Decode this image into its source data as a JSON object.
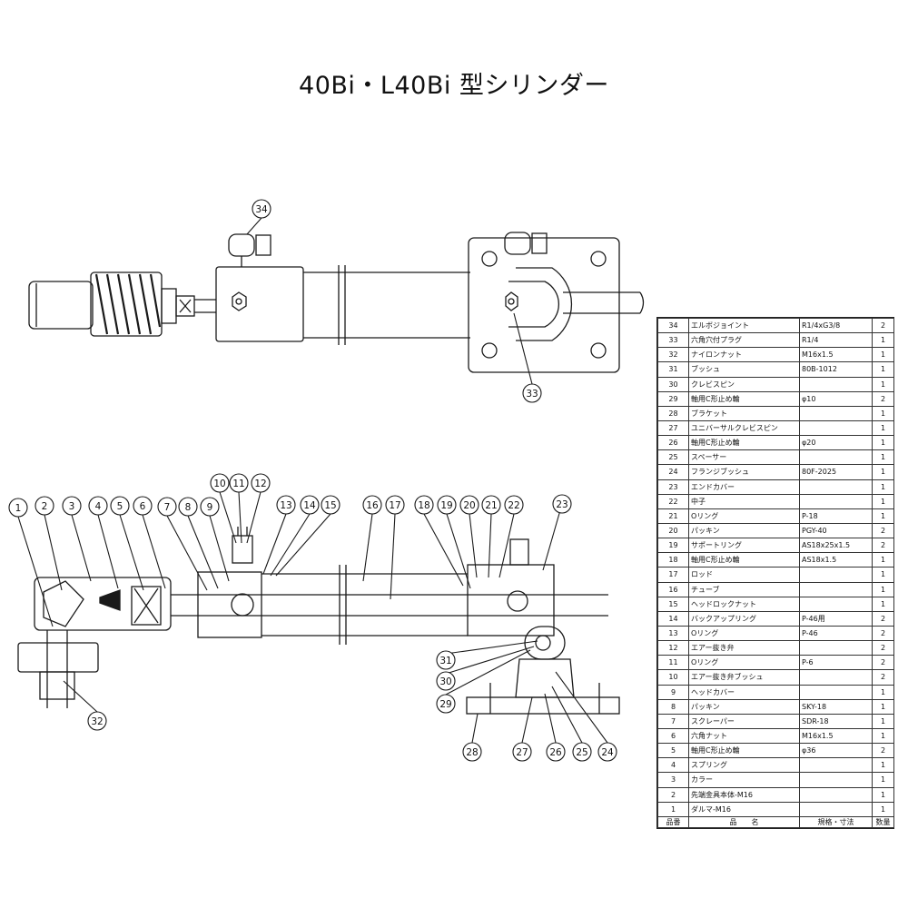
{
  "title": "40Bi・L40Bi 型シリンダー",
  "callouts": [
    "1",
    "2",
    "3",
    "4",
    "5",
    "6",
    "7",
    "8",
    "9",
    "10",
    "11",
    "12",
    "13",
    "14",
    "15",
    "16",
    "17",
    "18",
    "19",
    "20",
    "21",
    "22",
    "23",
    "24",
    "25",
    "26",
    "27",
    "28",
    "29",
    "30",
    "31",
    "32",
    "33",
    "34"
  ],
  "parts_table": {
    "headers": {
      "no": "品番",
      "name": "品　　名",
      "spec": "規格・寸法",
      "qty": "数量"
    },
    "rows": [
      {
        "no": "34",
        "name": "エルボジョイント",
        "spec": "R1/4xG3/8",
        "qty": "2"
      },
      {
        "no": "33",
        "name": "六角穴付プラグ",
        "spec": "R1/4",
        "qty": "1"
      },
      {
        "no": "32",
        "name": "ナイロンナット",
        "spec": "M16x1.5",
        "qty": "1"
      },
      {
        "no": "31",
        "name": "ブッシュ",
        "spec": "80B-1012",
        "qty": "1"
      },
      {
        "no": "30",
        "name": "クレビスピン",
        "spec": "",
        "qty": "1"
      },
      {
        "no": "29",
        "name": "軸用C形止め輪",
        "spec": "φ10",
        "qty": "2"
      },
      {
        "no": "28",
        "name": "ブラケット",
        "spec": "",
        "qty": "1"
      },
      {
        "no": "27",
        "name": "ユニバーサルクレビスピン",
        "spec": "",
        "qty": "1"
      },
      {
        "no": "26",
        "name": "軸用C形止め輪",
        "spec": "φ20",
        "qty": "1"
      },
      {
        "no": "25",
        "name": "スペーサー",
        "spec": "",
        "qty": "1"
      },
      {
        "no": "24",
        "name": "フランジブッシュ",
        "spec": "80F-2025",
        "qty": "1"
      },
      {
        "no": "23",
        "name": "エンドカバー",
        "spec": "",
        "qty": "1"
      },
      {
        "no": "22",
        "name": "中子",
        "spec": "",
        "qty": "1"
      },
      {
        "no": "21",
        "name": "Oリング",
        "spec": "P-18",
        "qty": "1"
      },
      {
        "no": "20",
        "name": "パッキン",
        "spec": "PGY-40",
        "qty": "2"
      },
      {
        "no": "19",
        "name": "サポートリング",
        "spec": "AS18x25x1.5",
        "qty": "2"
      },
      {
        "no": "18",
        "name": "軸用C形止め輪",
        "spec": "AS18x1.5",
        "qty": "1"
      },
      {
        "no": "17",
        "name": "ロッド",
        "spec": "",
        "qty": "1"
      },
      {
        "no": "16",
        "name": "チューブ",
        "spec": "",
        "qty": "1"
      },
      {
        "no": "15",
        "name": "ヘッドロックナット",
        "spec": "",
        "qty": "1"
      },
      {
        "no": "14",
        "name": "バックアップリング",
        "spec": "P-46用",
        "qty": "2"
      },
      {
        "no": "13",
        "name": "Oリング",
        "spec": "P-46",
        "qty": "2"
      },
      {
        "no": "12",
        "name": "エアー抜き弁",
        "spec": "",
        "qty": "2"
      },
      {
        "no": "11",
        "name": "Oリング",
        "spec": "P-6",
        "qty": "2"
      },
      {
        "no": "10",
        "name": "エアー抜き弁ブッシュ",
        "spec": "",
        "qty": "2"
      },
      {
        "no": "9",
        "name": "ヘッドカバー",
        "spec": "",
        "qty": "1"
      },
      {
        "no": "8",
        "name": "パッキン",
        "spec": "SKY-18",
        "qty": "1"
      },
      {
        "no": "7",
        "name": "スクレーパー",
        "spec": "SDR-18",
        "qty": "1"
      },
      {
        "no": "6",
        "name": "六角ナット",
        "spec": "M16x1.5",
        "qty": "1"
      },
      {
        "no": "5",
        "name": "軸用C形止め輪",
        "spec": "φ36",
        "qty": "2"
      },
      {
        "no": "4",
        "name": "スプリング",
        "spec": "",
        "qty": "1"
      },
      {
        "no": "3",
        "name": "カラー",
        "spec": "",
        "qty": "1"
      },
      {
        "no": "2",
        "name": "先端金具本体-M16",
        "spec": "",
        "qty": "1"
      },
      {
        "no": "1",
        "name": "ダルマ-M16",
        "spec": "",
        "qty": "1"
      }
    ]
  }
}
